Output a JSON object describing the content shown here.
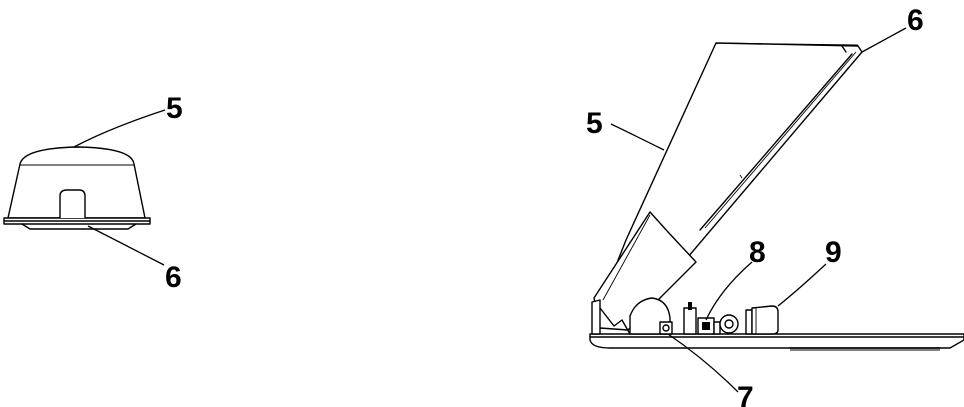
{
  "figure": {
    "left_view": {
      "callouts": [
        {
          "id": "5",
          "text": "5"
        },
        {
          "id": "6",
          "text": "6"
        }
      ]
    },
    "right_view": {
      "callouts": [
        {
          "id": "6",
          "text": "6"
        },
        {
          "id": "5",
          "text": "5"
        },
        {
          "id": "8",
          "text": "8"
        },
        {
          "id": "9",
          "text": "9"
        },
        {
          "id": "7",
          "text": "7"
        }
      ]
    },
    "colors": {
      "line": "#000000",
      "background": "#ffffff"
    }
  }
}
